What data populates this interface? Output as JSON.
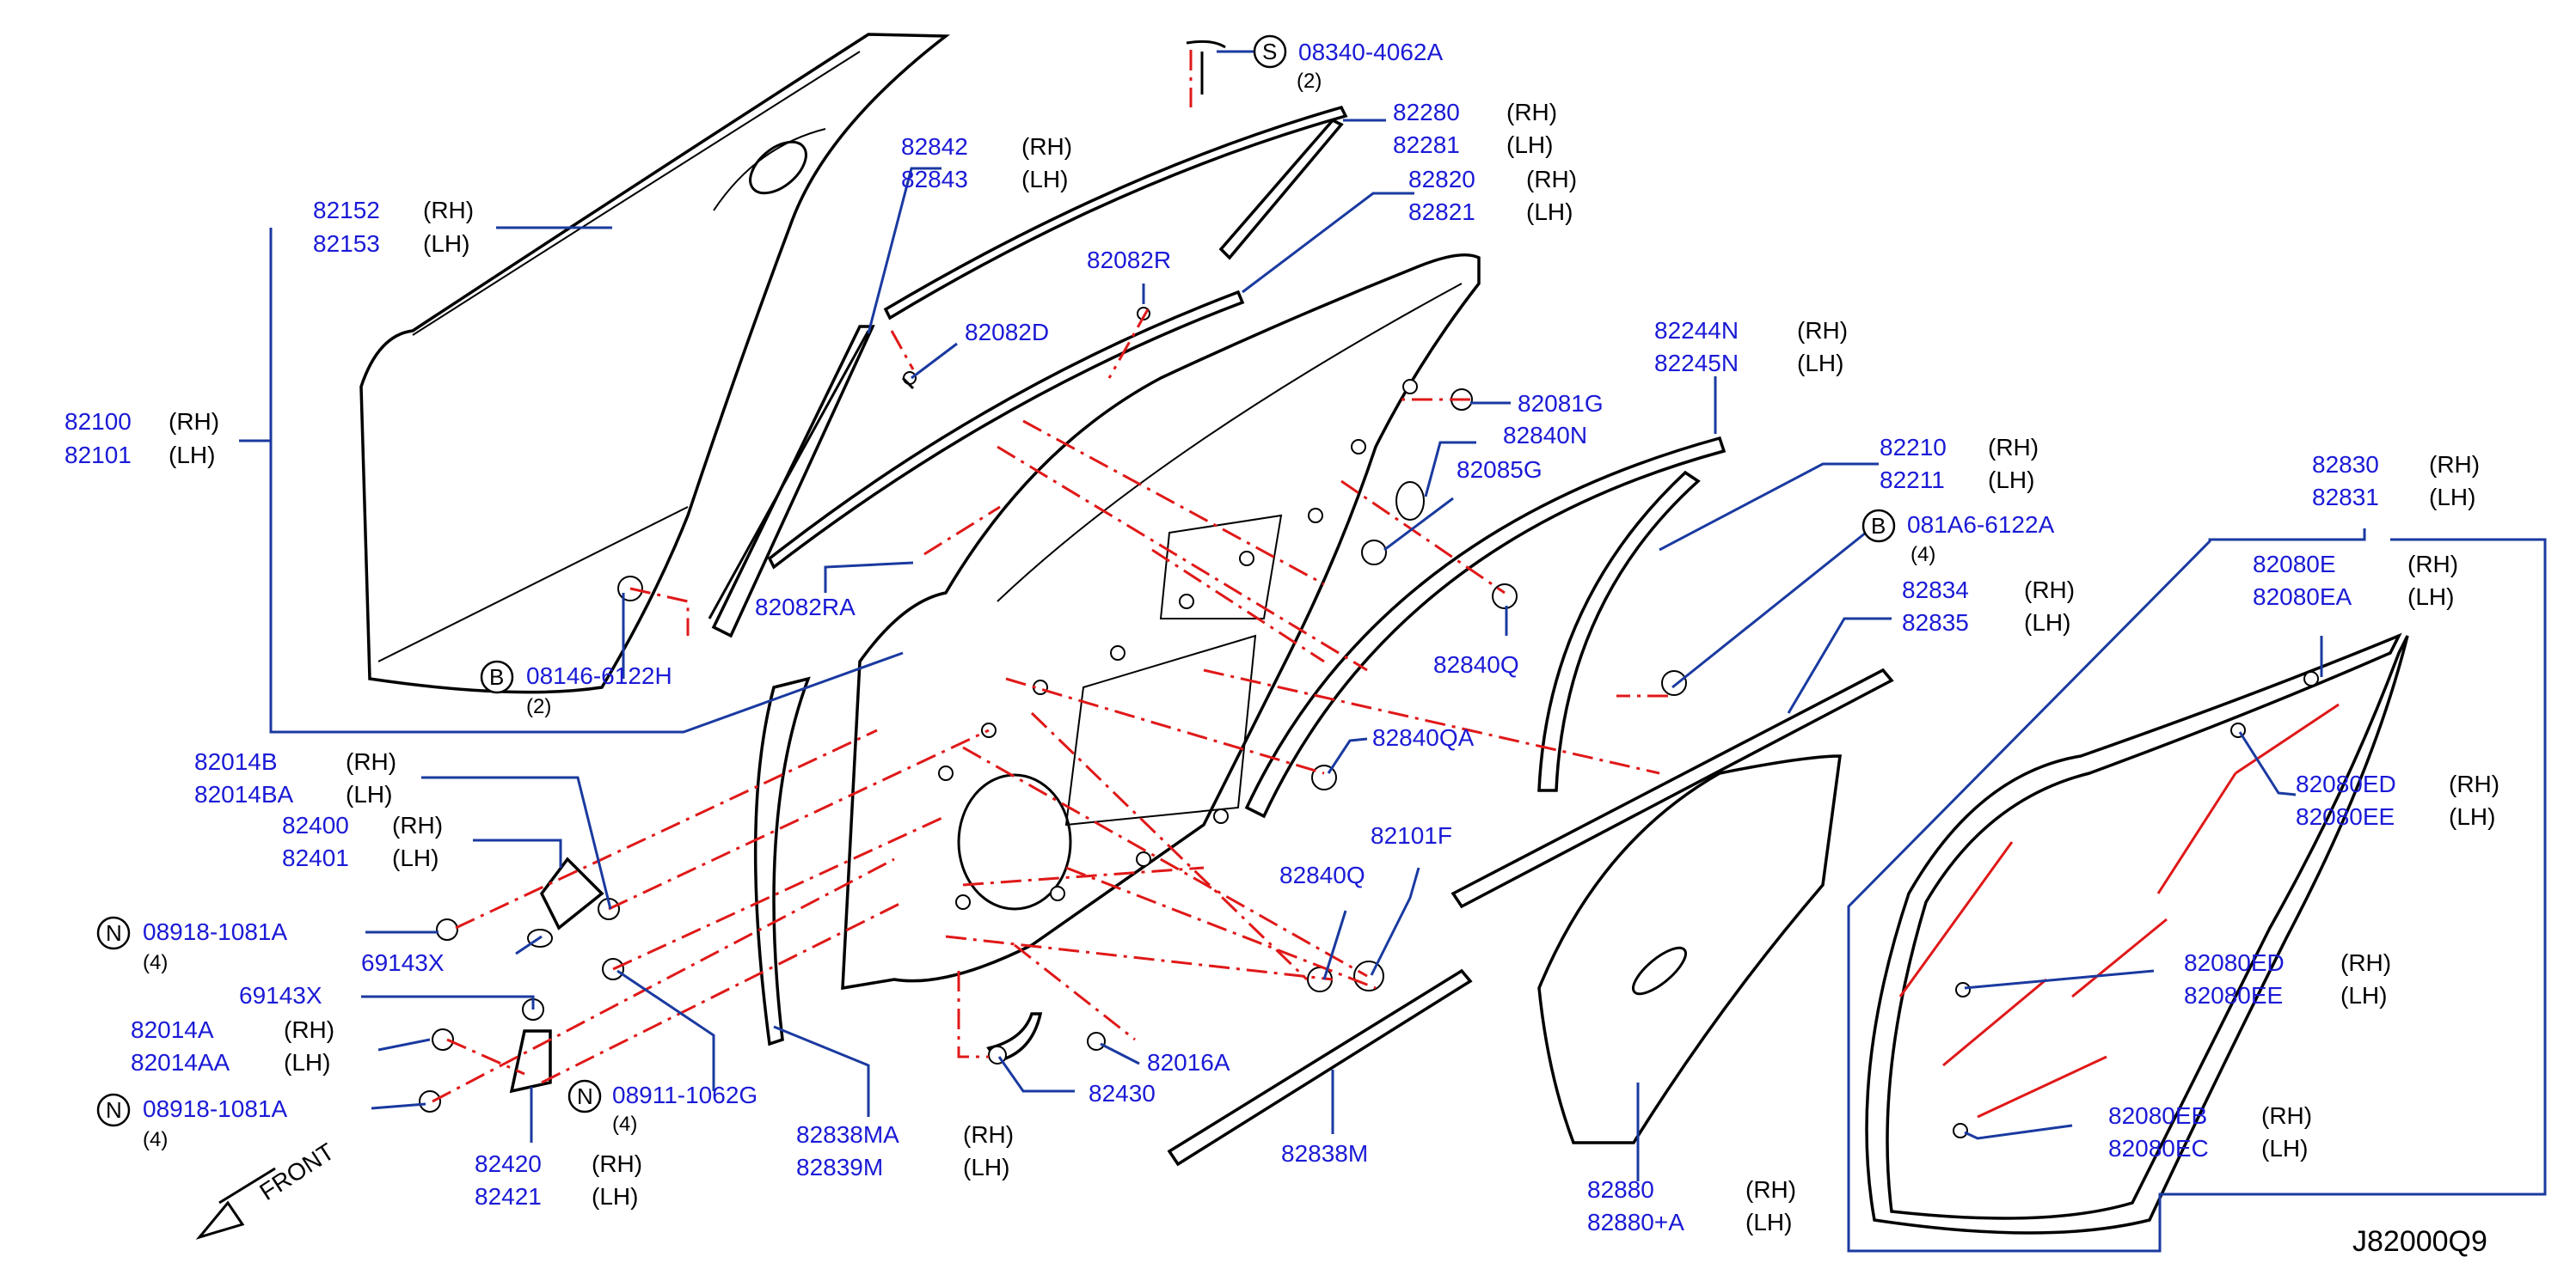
{
  "diagram_code": "J82000Q9",
  "front_label": "FRONT",
  "circle_letters": {
    "S": "S",
    "B": "B",
    "N": "N"
  },
  "callouts": {
    "c08340": {
      "part": "08340-4062A",
      "qty": "(2)"
    },
    "c82280": {
      "part1": "82280",
      "side1": "(RH)",
      "part2": "82281",
      "side2": "(LH)"
    },
    "c82842": {
      "part1": "82842",
      "side1": "(RH)",
      "part2": "82843",
      "side2": "(LH)"
    },
    "c82820": {
      "part1": "82820",
      "side1": "(RH)",
      "part2": "82821",
      "side2": "(LH)"
    },
    "c82152": {
      "part1": "82152",
      "side1": "(RH)",
      "part2": "82153",
      "side2": "(LH)"
    },
    "c82082R": {
      "part": "82082R"
    },
    "c82082D": {
      "part": "82082D"
    },
    "c82100": {
      "part1": "82100",
      "side1": "(RH)",
      "part2": "82101",
      "side2": "(LH)"
    },
    "c82244N": {
      "part1": "82244N",
      "side1": "(RH)",
      "part2": "82245N",
      "side2": "(LH)"
    },
    "c82081G": {
      "part": "82081G"
    },
    "c82840N": {
      "part": "82840N"
    },
    "c82085G": {
      "part": "82085G"
    },
    "c82210": {
      "part1": "82210",
      "side1": "(RH)",
      "part2": "82211",
      "side2": "(LH)"
    },
    "c82830": {
      "part1": "82830",
      "side1": "(RH)",
      "part2": "82831",
      "side2": "(LH)"
    },
    "c081A6": {
      "part": "081A6-6122A",
      "qty": "(4)"
    },
    "c82080E": {
      "part1": "82080E",
      "side1": "(RH)",
      "part2": "82080EA",
      "side2": "(LH)"
    },
    "c82082RA": {
      "part": "82082RA"
    },
    "c82834": {
      "part1": "82834",
      "side1": "(RH)",
      "part2": "82835",
      "side2": "(LH)"
    },
    "c08146": {
      "part": "08146-6122H",
      "qty": "(2)"
    },
    "c82840Q_top": {
      "part": "82840Q"
    },
    "c82840QA": {
      "part": "82840QA"
    },
    "c82080ED_top": {
      "part1": "82080ED",
      "side1": "(RH)",
      "part2": "82080EE",
      "side2": "(LH)"
    },
    "c82014B": {
      "part1": "82014B",
      "side1": "(RH)",
      "part2": "82014BA",
      "side2": "(LH)"
    },
    "c82400": {
      "part1": "82400",
      "side1": "(RH)",
      "part2": "82401",
      "side2": "(LH)"
    },
    "c82101F": {
      "part": "82101F"
    },
    "c82840Q_mid": {
      "part": "82840Q"
    },
    "c08918_a": {
      "part": "08918-1081A",
      "qty": "(4)"
    },
    "c69143X_a": {
      "part": "69143X"
    },
    "c82080ED_mid": {
      "part1": "82080ED",
      "side1": "(RH)",
      "part2": "82080EE",
      "side2": "(LH)"
    },
    "c69143X_b": {
      "part": "69143X"
    },
    "c82014A": {
      "part1": "82014A",
      "side1": "(RH)",
      "part2": "82014AA",
      "side2": "(LH)"
    },
    "c82016A": {
      "part": "82016A"
    },
    "c08911": {
      "part": "08911-1062G",
      "qty": "(4)"
    },
    "c08918_b": {
      "part": "08918-1081A",
      "qty": "(4)"
    },
    "c82430": {
      "part": "82430"
    },
    "c82080EB": {
      "part1": "82080EB",
      "side1": "(RH)",
      "part2": "82080EC",
      "side2": "(LH)"
    },
    "c82838MA": {
      "part1": "82838MA",
      "side1": "(RH)",
      "part2": "82839M",
      "side2": "(LH)"
    },
    "c82420": {
      "part1": "82420",
      "side1": "(RH)",
      "part2": "82421",
      "side2": "(LH)"
    },
    "c82838M": {
      "part": "82838M"
    },
    "c82880": {
      "part1": "82880",
      "side1": "(RH)",
      "part2": "82880+A",
      "side2": "(LH)"
    }
  }
}
